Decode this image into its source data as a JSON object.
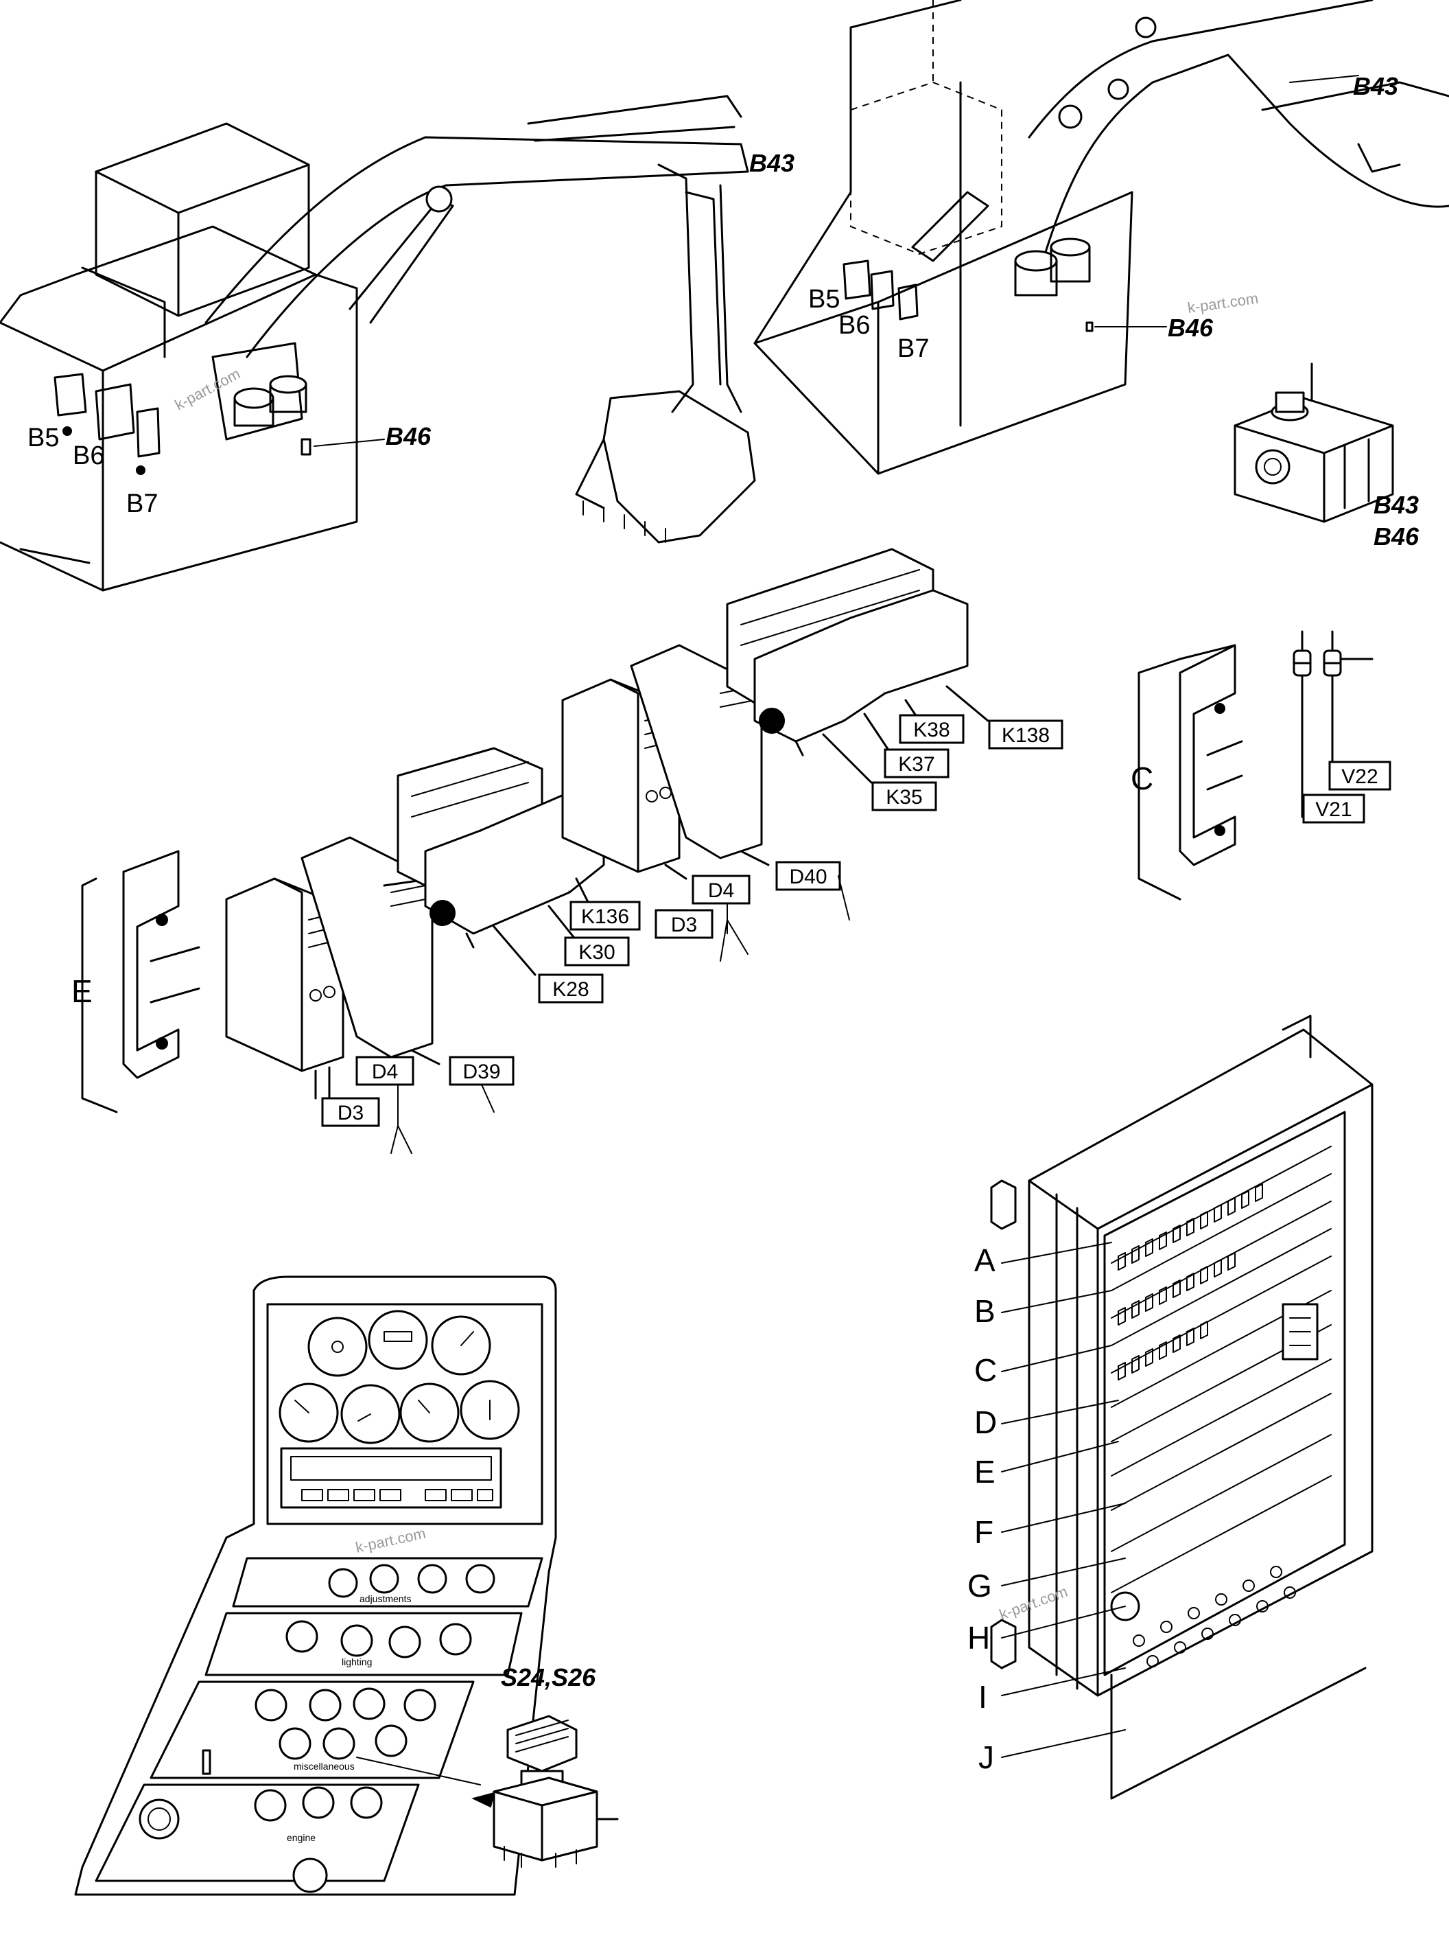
{
  "excavator_left": {
    "labels": {
      "b43": "B43",
      "b46": "B46",
      "b5": "B5",
      "b6": "B6",
      "b7": "B7"
    }
  },
  "excavator_right": {
    "labels": {
      "b43": "B43",
      "b46": "B46",
      "b5": "B5",
      "b6": "B6",
      "b7": "B7"
    }
  },
  "sensor_detail": {
    "label_line1": "B43",
    "label_line2": "B46"
  },
  "group_c": {
    "bracket_label": "C",
    "diodes": [
      "V22",
      "V21"
    ]
  },
  "group_e": {
    "bracket_label": "E",
    "modules": [
      "D4",
      "D3",
      "D39",
      "K28",
      "K30",
      "K136",
      "D4",
      "D3",
      "D40",
      "K35",
      "K37",
      "K38",
      "K138"
    ]
  },
  "dashboard": {
    "section_labels": [
      "adjustments",
      "lighting",
      "miscellaneous",
      "engine"
    ],
    "switch_label": "S24,S26"
  },
  "cabinet": {
    "rows": [
      "A",
      "B",
      "C",
      "D",
      "E",
      "F",
      "G",
      "H",
      "I",
      "J"
    ]
  },
  "watermark": "k-part.com",
  "colors": {
    "ink": "#000000",
    "paper": "#ffffff",
    "watermark": "#9a9a9a"
  }
}
